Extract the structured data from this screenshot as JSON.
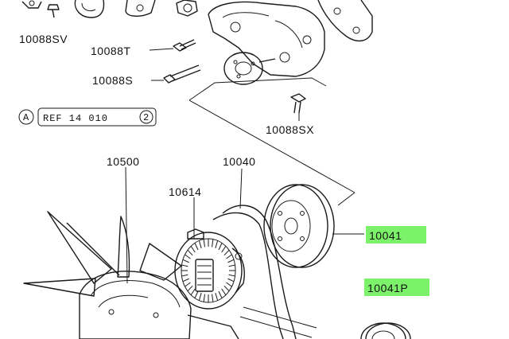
{
  "labels": {
    "l_10088sv": "10088SV",
    "l_10088t": "10088T",
    "l_10088s": "10088S",
    "l_10088sx": "10088SX",
    "l_10500": "10500",
    "l_10040": "10040",
    "l_10614": "10614",
    "l_10041": "10041",
    "l_10041p": "10041P"
  },
  "ref": {
    "circle_letter": "A",
    "text": "REF 14 010",
    "circle_number": "2"
  },
  "colors": {
    "highlight": "#7CF26A",
    "line": "#1a1a1a"
  }
}
